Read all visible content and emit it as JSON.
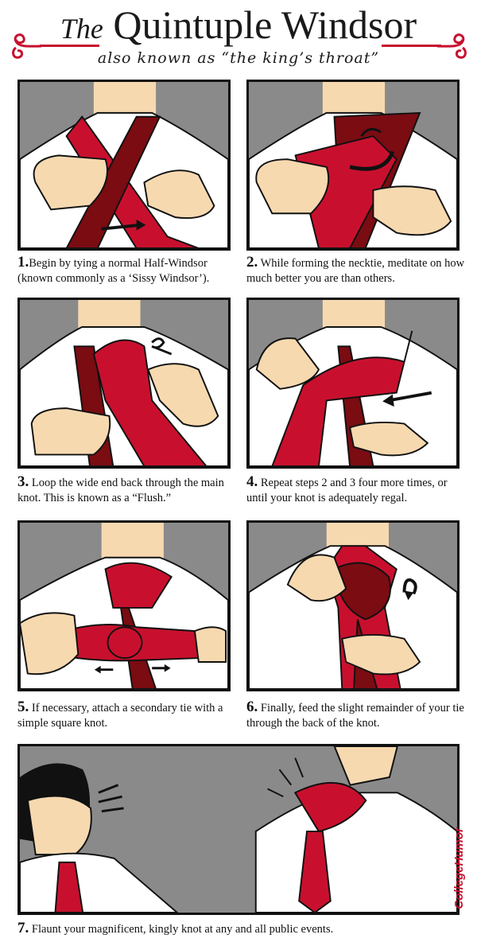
{
  "header": {
    "title_prefix": "The",
    "title_main": "Quintuple Windsor",
    "subtitle": "also known as “the king’s throat”"
  },
  "steps": [
    {
      "num": "1.",
      "text": "Begin by tying a normal Half-Windsor (known commonly as a ‘Sissy Windsor’)."
    },
    {
      "num": "2.",
      "text": "While forming the necktie, meditate on how much better you are than others."
    },
    {
      "num": "3.",
      "text": "Loop the wide end back through the main knot. This is known as a “Flush.”"
    },
    {
      "num": "4.",
      "text": "Repeat steps 2 and 3 four more times, or until your knot is adequately regal."
    },
    {
      "num": "5.",
      "text": "If necessary, attach a secondary tie with a simple square knot."
    },
    {
      "num": "6.",
      "text": "Finally, feed the slight remainder of your tie through the back of the knot."
    },
    {
      "num": "7.",
      "text": "Flaunt your magnificent, kingly knot at any and all public events."
    }
  ],
  "brand": "CollegeHumor",
  "colors": {
    "tie": "#c8102e",
    "tie_dark": "#7a0c12",
    "shirt": "#ffffff",
    "skin": "#f7d9b0",
    "bg": "#8a8a8a",
    "ink": "#111111"
  }
}
